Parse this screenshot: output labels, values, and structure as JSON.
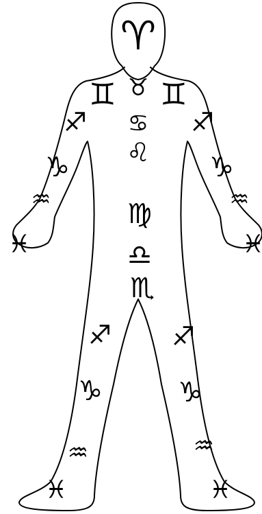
{
  "figure": {
    "style": {
      "stroke": "#000000",
      "background": "#ffffff"
    },
    "body_outline": "human-figure-front-view",
    "signs": [
      {
        "id": "aries",
        "glyph": "♈",
        "region": "head"
      },
      {
        "id": "taurus",
        "glyph": "♉",
        "region": "neck"
      },
      {
        "id": "gemini",
        "glyph": "♊",
        "region": "shoulders"
      },
      {
        "id": "cancer",
        "glyph": "♋",
        "region": "chest"
      },
      {
        "id": "leo",
        "glyph": "♌",
        "region": "heart"
      },
      {
        "id": "virgo",
        "glyph": "♍",
        "region": "abdomen"
      },
      {
        "id": "libra",
        "glyph": "♎",
        "region": "hips"
      },
      {
        "id": "scorpio",
        "glyph": "♏",
        "region": "groin"
      },
      {
        "id": "sagittarius",
        "glyph": "♐",
        "region": "upper-arms-and-thighs"
      },
      {
        "id": "capricorn",
        "glyph": "♑",
        "region": "forearms-and-knees"
      },
      {
        "id": "aquarius",
        "glyph": "♒",
        "region": "wrists-and-shins"
      },
      {
        "id": "pisces",
        "glyph": "♓",
        "region": "hands-and-feet"
      }
    ]
  }
}
